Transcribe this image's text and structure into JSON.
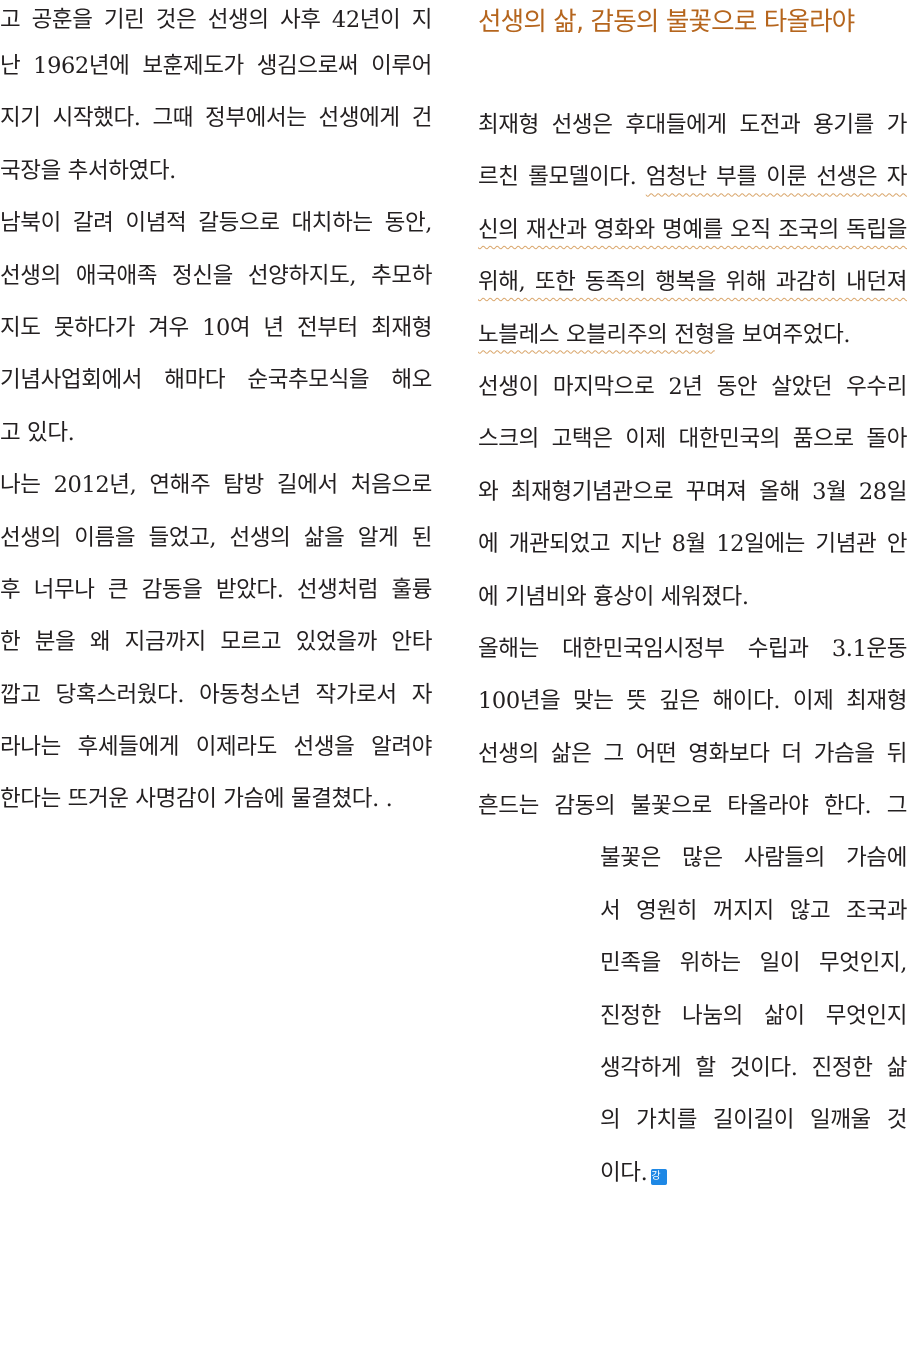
{
  "colors": {
    "text": "#231f20",
    "heading": "#b5651d",
    "wavy_underline": "#d9a56a",
    "end_mark": "#1e88e5"
  },
  "left_column": {
    "lines": [
      "고 공훈을 기린 것은 선생의 사후 42년이 지",
      "난 1962년에 보훈제도가 생김으로써 이루어",
      "지기 시작했다. 그때 정부에서는 선생에게 건",
      "국장을 추서하였다.",
      "남북이 갈려 이념적 갈등으로 대치하는 동안,",
      "선생의 애국애족 정신을 선양하지도, 추모하",
      "지도 못하다가 겨우 10여 년 전부터 최재형",
      "기념사업회에서 해마다 순국추모식을 해오",
      "고 있다.",
      "나는 2012년, 연해주 탐방 길에서 처음으로",
      "선생의 이름을 들었고, 선생의 삶을 알게 된",
      "후 너무나 큰 감동을 받았다. 선생처럼 훌륭",
      "한 분을 왜 지금까지 모르고 있었을까 안타",
      "깝고 당혹스러웠다. 아동청소년 작가로서 자",
      "라나는 후세들에게 이제라도 선생을 알려야",
      "한다는 뜨거운 사명감이 가슴에 물결쳤다. ."
    ]
  },
  "right_column": {
    "heading": "선생의 삶, 감동의 불꽃으로 타올라야",
    "para1": {
      "l1": "최재형 선생은 후대들에게 도전과 용기를 가",
      "l2_plain": "르친 롤모델이다. ",
      "l2_wavy": "엄청난 부를 이룬 선생은 자",
      "l3": "신의 재산과 영화와 명예를 오직 조국의 독립을",
      "l4": "위해, 또한 동족의 행복을 위해 과감히 내던져",
      "l5_wavy": "노블레스 오블리주의 전형",
      "l5_plain": "을 보여주었다."
    },
    "para2": [
      "선생이 마지막으로 2년 동안 살았던 우수리",
      "스크의 고택은 이제 대한민국의 품으로 돌아",
      "와 최재형기념관으로 꾸며져 올해 3월 28일",
      "에 개관되었고 지난 8월 12일에는 기념관 안",
      "에 기념비와 흉상이 세워졌다."
    ],
    "para3": [
      "올해는 대한민국임시정부 수립과 3.1운동",
      "100년을 맞는 뜻 깊은 해이다. 이제 최재형",
      "선생의 삶은 그 어떤 영화보다 더 가슴을 뒤",
      "흔드는 감동의 불꽃으로 타올라야 한다. 그"
    ],
    "para3_indented": [
      "불꽃은 많은 사람들의 가슴에",
      "서 영원히 꺼지지 않고 조국과",
      "민족을 위하는 일이 무엇인지,",
      "진정한 나눔의 삶이 무엇인지",
      "생각하게 할 것이다. 진정한 삶",
      "의 가치를 길이길이 일깨울 것",
      "이다."
    ],
    "end_mark": "강"
  }
}
